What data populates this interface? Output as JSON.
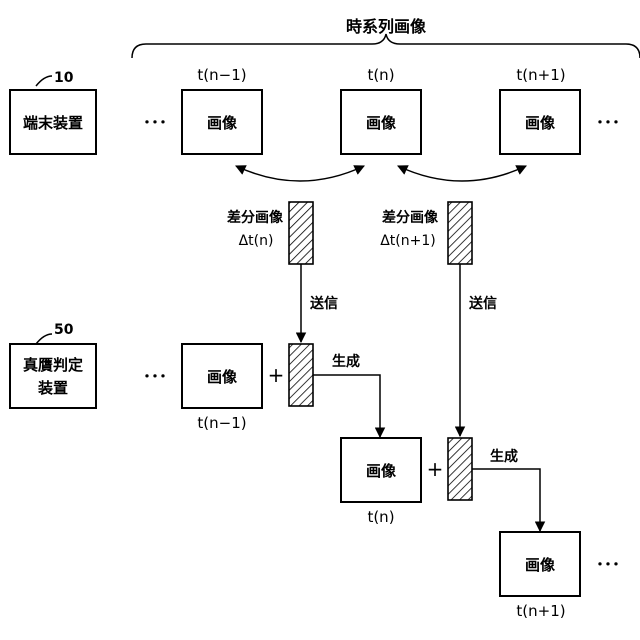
{
  "title": "時系列画像",
  "terminal": {
    "ref": "10",
    "label": "端末装置"
  },
  "verifier": {
    "ref": "50",
    "label_line1": "真贋判定",
    "label_line2": "装置"
  },
  "image_label": "画像",
  "ellipsis": "･･･",
  "times": {
    "prev": "t(n−1)",
    "cur": "t(n)",
    "next": "t(n+1)"
  },
  "diffs": [
    {
      "label": "差分画像",
      "delta": "Δt(n)"
    },
    {
      "label": "差分画像",
      "delta": "Δt(n+1)"
    }
  ],
  "send_label": "送信",
  "generate_label": "生成",
  "plus": "+"
}
